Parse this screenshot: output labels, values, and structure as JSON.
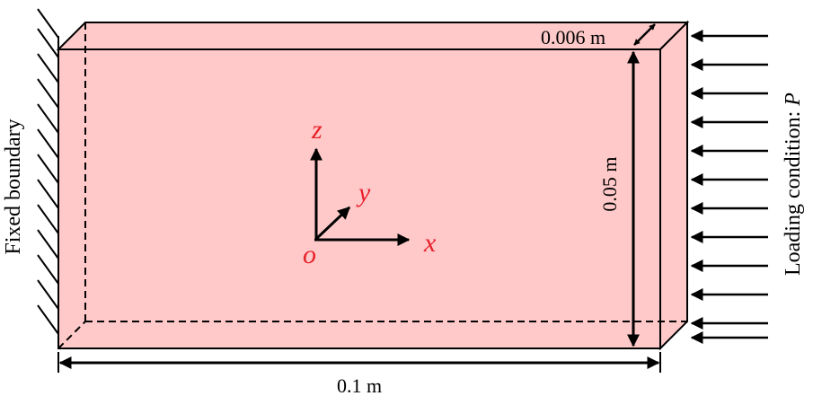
{
  "labels": {
    "fixed_boundary": "Fixed boundary",
    "loading_prefix": "Loading condition: ",
    "loading_symbol": "P",
    "thickness": "0.006 m",
    "height": "0.05 m",
    "length": "0.1 m"
  },
  "axes": {
    "z": "z",
    "y": "y",
    "x": "x",
    "origin": "o"
  },
  "colors": {
    "plate_fill": "#ffc9c9",
    "axis_label": "#e8202a",
    "line": "#000000"
  }
}
